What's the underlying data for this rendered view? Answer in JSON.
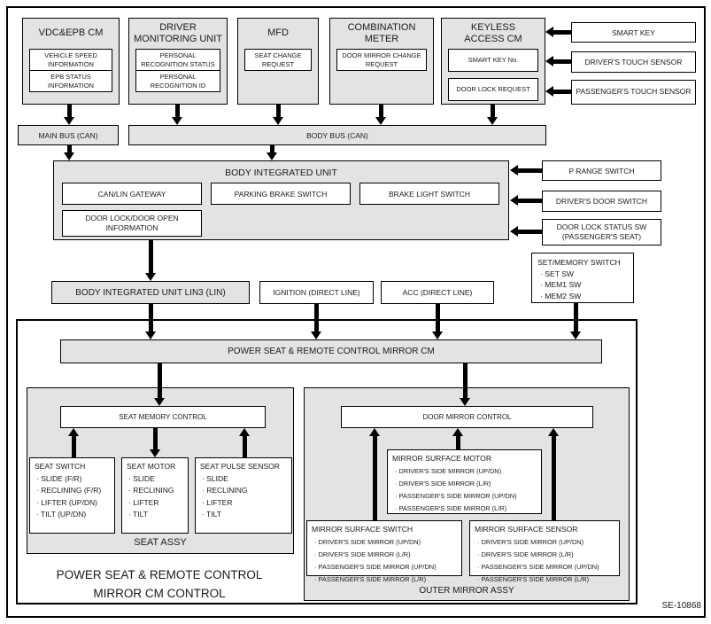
{
  "page": {
    "ref_code": "SE-10868",
    "caption_line1": "POWER SEAT & REMOTE CONTROL",
    "caption_line2": "MIRROR CM CONTROL"
  },
  "colors": {
    "box_fill": "#e3e3e3",
    "box_border": "#000000",
    "arrow": "#000000",
    "background": "#ffffff"
  },
  "top_units": {
    "vdc_epb": {
      "title": "VDC&EPB CM",
      "signals": [
        "VEHICLE SPEED INFORMATION",
        "EPB STATUS INFORMATION"
      ]
    },
    "driver_monitoring": {
      "title": "DRIVER MONITORING UNIT",
      "signals": [
        "PERSONAL RECOGNITION STATUS",
        "PERSONAL RECOGNITION ID"
      ]
    },
    "mfd": {
      "title": "MFD",
      "signals": [
        "SEAT CHANGE REQUEST"
      ]
    },
    "combination_meter": {
      "title": "COMBINATION METER",
      "signals": [
        "DOOR MIRROR CHANGE REQUEST"
      ]
    },
    "keyless_access": {
      "title": "KEYLESS ACCESS CM",
      "signals": [
        "SMART KEY No.",
        "DOOR LOCK REQUEST"
      ]
    }
  },
  "keyless_inputs": [
    "SMART KEY",
    "DRIVER'S TOUCH SENSOR",
    "PASSENGER'S TOUCH SENSOR"
  ],
  "buses": {
    "main": "MAIN BUS (CAN)",
    "body": "BODY BUS (CAN)"
  },
  "body_integrated_unit": {
    "title": "BODY INTEGRATED UNIT",
    "modules": [
      "CAN/LIN GATEWAY",
      "PARKING BRAKE SWITCH",
      "BRAKE LIGHT SWITCH",
      "DOOR LOCK/DOOR OPEN INFORMATION"
    ],
    "inputs": [
      "P RANGE SWITCH",
      "DRIVER'S DOOR SWITCH",
      "DOOR LOCK STATUS SW (PASSENGER'S SEAT)"
    ]
  },
  "mid_links": {
    "lin3": "BODY INTEGRATED UNIT LIN3 (LIN)",
    "ignition": "IGNITION (DIRECT LINE)",
    "acc": "ACC (DIRECT LINE)",
    "set_memory": {
      "title": "SET/MEMORY SWITCH",
      "items": [
        "· SET SW",
        "· MEM1 SW",
        "· MEM2 SW"
      ]
    }
  },
  "control_module": "POWER SEAT & REMOTE CONTROL MIRROR CM",
  "seat_assy": {
    "label": "SEAT ASSY",
    "seat_memory_control": "SEAT MEMORY CONTROL",
    "seat_switch": {
      "title": "SEAT SWITCH",
      "items": [
        "· SLIDE (F/R)",
        "· RECLINING (F/R)",
        "· LIFTER (UP/DN)",
        "· TILT (UP/DN)"
      ]
    },
    "seat_motor": {
      "title": "SEAT MOTOR",
      "items": [
        "· SLIDE",
        "· RECLINING",
        "· LIFTER",
        "· TILT"
      ]
    },
    "seat_pulse_sensor": {
      "title": "SEAT PULSE SENSOR",
      "items": [
        "· SLIDE",
        "· RECLINING",
        "· LIFTER",
        "· TILT"
      ]
    }
  },
  "outer_mirror_assy": {
    "label": "OUTER MIRROR ASSY",
    "door_mirror_control": "DOOR MIRROR CONTROL",
    "mirror_surface_motor": {
      "title": "MIRROR SURFACE MOTOR",
      "items": [
        "· DRIVER'S SIDE MIRROR (UP/DN)",
        "· DRIVER'S SIDE MIRROR (L/R)",
        "· PASSENGER'S SIDE MIRROR (UP/DN)",
        "· PASSENGER'S SIDE MIRROR (L/R)"
      ]
    },
    "mirror_surface_switch": {
      "title": "MIRROR SURFACE SWITCH",
      "items": [
        "· DRIVER'S SIDE MIRROR (UP/DN)",
        "· DRIVER'S SIDE MIRROR (L/R)",
        "· PASSENGER'S SIDE MIRROR (UP/DN)",
        "· PASSENGER'S SIDE MIRROR (L/R)"
      ]
    },
    "mirror_surface_sensor": {
      "title": "MIRROR SURFACE SENSOR",
      "items": [
        "· DRIVER'S SIDE MIRROR (UP/DN)",
        "· DRIVER'S SIDE MIRROR (L/R)",
        "· PASSENGER'S SIDE MIRROR (UP/DN)",
        "· PASSENGER'S SIDE MIRROR (L/R)"
      ]
    }
  }
}
